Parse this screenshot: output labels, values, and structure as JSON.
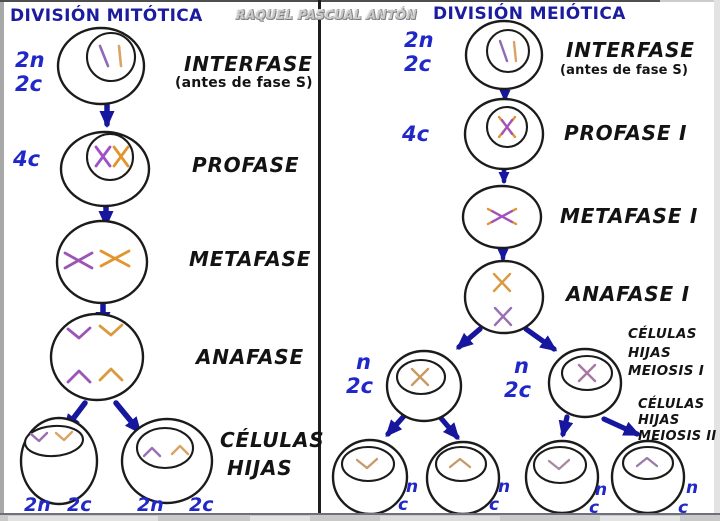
{
  "watermark": "RAQUEL PASCUAL ANTÓN",
  "colors": {
    "title_blue": "#1c1c9e",
    "ploidy_blue": "#2128c8",
    "phase_black": "#131313",
    "arrow_blue": "#16169e",
    "chromosome_purple": "#a050c8",
    "chromosome_orange": "#e0952e",
    "chromosome_tan": "#c89a60",
    "chromosome_lilac": "#a57ba8"
  },
  "mitosis": {
    "title": "DIVISIÓN MITÓTICA",
    "ploidy_interfase": [
      "2n",
      "2c"
    ],
    "ploidy_profase": "4c",
    "phases": {
      "interfase": "INTERFASE",
      "interfase_sub": "(antes de fase S)",
      "profase": "PROFASE",
      "metafase": "METAFASE",
      "anafase": "ANAFASE",
      "hijas_line1": "CÉLULAS",
      "hijas_line2": "HIJAS"
    },
    "daughter_labels": [
      "2n",
      "2c",
      "2n",
      "2c"
    ]
  },
  "meiosis": {
    "title": "DIVISIÓN MEIÓTICA",
    "ploidy_interfase": [
      "2n",
      "2c"
    ],
    "ploidy_profase": "4c",
    "phases": {
      "interfase": "INTERFASE",
      "interfase_sub": "(antes de fase S)",
      "profase1": "PROFASE I",
      "metafase1": "METAFASE I",
      "anafase1": "ANAFASE I"
    },
    "hijas_m1": [
      "CÉLULAS",
      "HIJAS",
      "MEIOSIS I"
    ],
    "hijas_m2": [
      "CÉLULAS",
      "HIJAS",
      "MEIOSIS II"
    ],
    "ploidy_m1": [
      "n",
      "2c",
      "n",
      "2c"
    ],
    "ploidy_m2": [
      "n",
      "c",
      "n",
      "c",
      "n",
      "c",
      "n",
      "c"
    ]
  }
}
